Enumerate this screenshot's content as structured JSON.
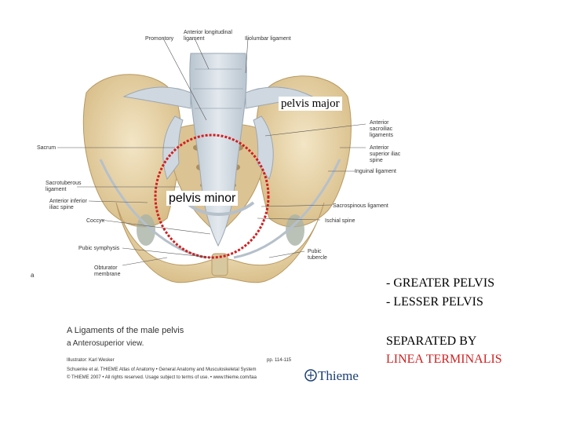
{
  "labels": {
    "promontory": "Promontory",
    "anterior_longitudinal": "Anterior longitudinal\nligament",
    "iliolumbar": "Iliolumbar ligament",
    "anterior_sacroiliac": "Anterior\nsacroiliac\nligaments",
    "sacrum": "Sacrum",
    "anterior_superior_iliac": "Anterior\nsuperior iliac\nspine",
    "inguinal": "Inguinal ligament",
    "sacrotuberous": "Sacrotuberous\nligament",
    "anterior_inferior_iliac": "Anterior inferior\niliac spine",
    "sacrospinous": "Sacrospinous ligament",
    "coccyx": "Coccyx",
    "ischial_spine": "Ischial spine",
    "pubic_symphysis": "Pubic symphysis",
    "pubic_tubercle": "Pubic\ntubercle",
    "obturator": "Obturator\nmembrane",
    "panel_letter": "a"
  },
  "overlays": {
    "pelvis_major": "pelvis major",
    "pelvis_minor": "pelvis minor"
  },
  "notes": {
    "greater": "- GREATER PELVIS",
    "lesser": "- LESSER PELVIS",
    "separated": "SEPARATED BY",
    "linea": "LINEA TERMINALIS"
  },
  "caption": {
    "title": "A   Ligaments of the male pelvis",
    "subtitle": "a   Anterosuperior view.",
    "illustrator": "Illustrator: Karl Wesker",
    "pages": "pp. 114-115",
    "source": "Schuenke et al. THIEME Atlas of Anatomy • General Anatomy and Musculoskeletal System",
    "rights": "© THIEME 2007 • All rights reserved. Usage subject to terms of use. • www.thieme.com/taa",
    "publisher": "Thieme"
  },
  "colors": {
    "circle": "#d21f1f",
    "linea": "#d21f1f",
    "bone": "#e8d3a8",
    "ligament": "#c9d3dc",
    "publisher": "#1b3f74"
  }
}
